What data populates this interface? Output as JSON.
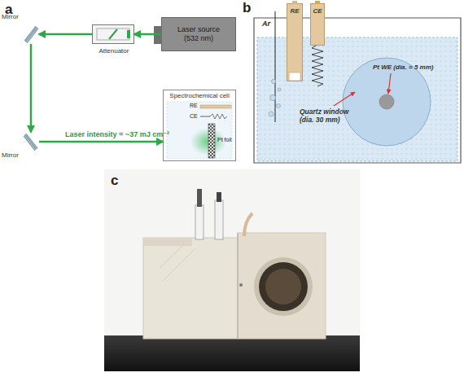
{
  "diagram": {
    "nodes": [
      {
        "text": [
          "Laser source (532 nm)"
        ]
      },
      {
        "text": [
          "Attenuator"
        ]
      },
      {
        "text": [
          "Mirror"
        ]
      },
      {
        "text": [
          "Mirror"
        ]
      },
      {
        "text": [
          "Spectrochemical cell"
        ]
      },
      {
        "text": [
          "Pt WE (dia. = 5 mm)",
          "Quartz window (dia. 30 mm)"
        ]
      },
      {
        "text": [
          "RE"
        ]
      },
      {
        "text": [
          "CE"
        ]
      }
    ],
    "edges": [
      {
        "from": 0,
        "to": 1,
        "arrow": "to"
      },
      {
        "from": 1,
        "to": 2,
        "arrow": "to"
      },
      {
        "from": 2,
        "to": 3,
        "arrow": "to"
      },
      {
        "from": 3,
        "to": 4,
        "arrow": "to",
        "label": "Laser intensity = ~37 mJ cm⁻²"
      }
    ],
    "labels": [
      "a",
      "RE",
      "CE",
      "Pt foil",
      "b",
      "Ar",
      "c"
    ]
  }
}
